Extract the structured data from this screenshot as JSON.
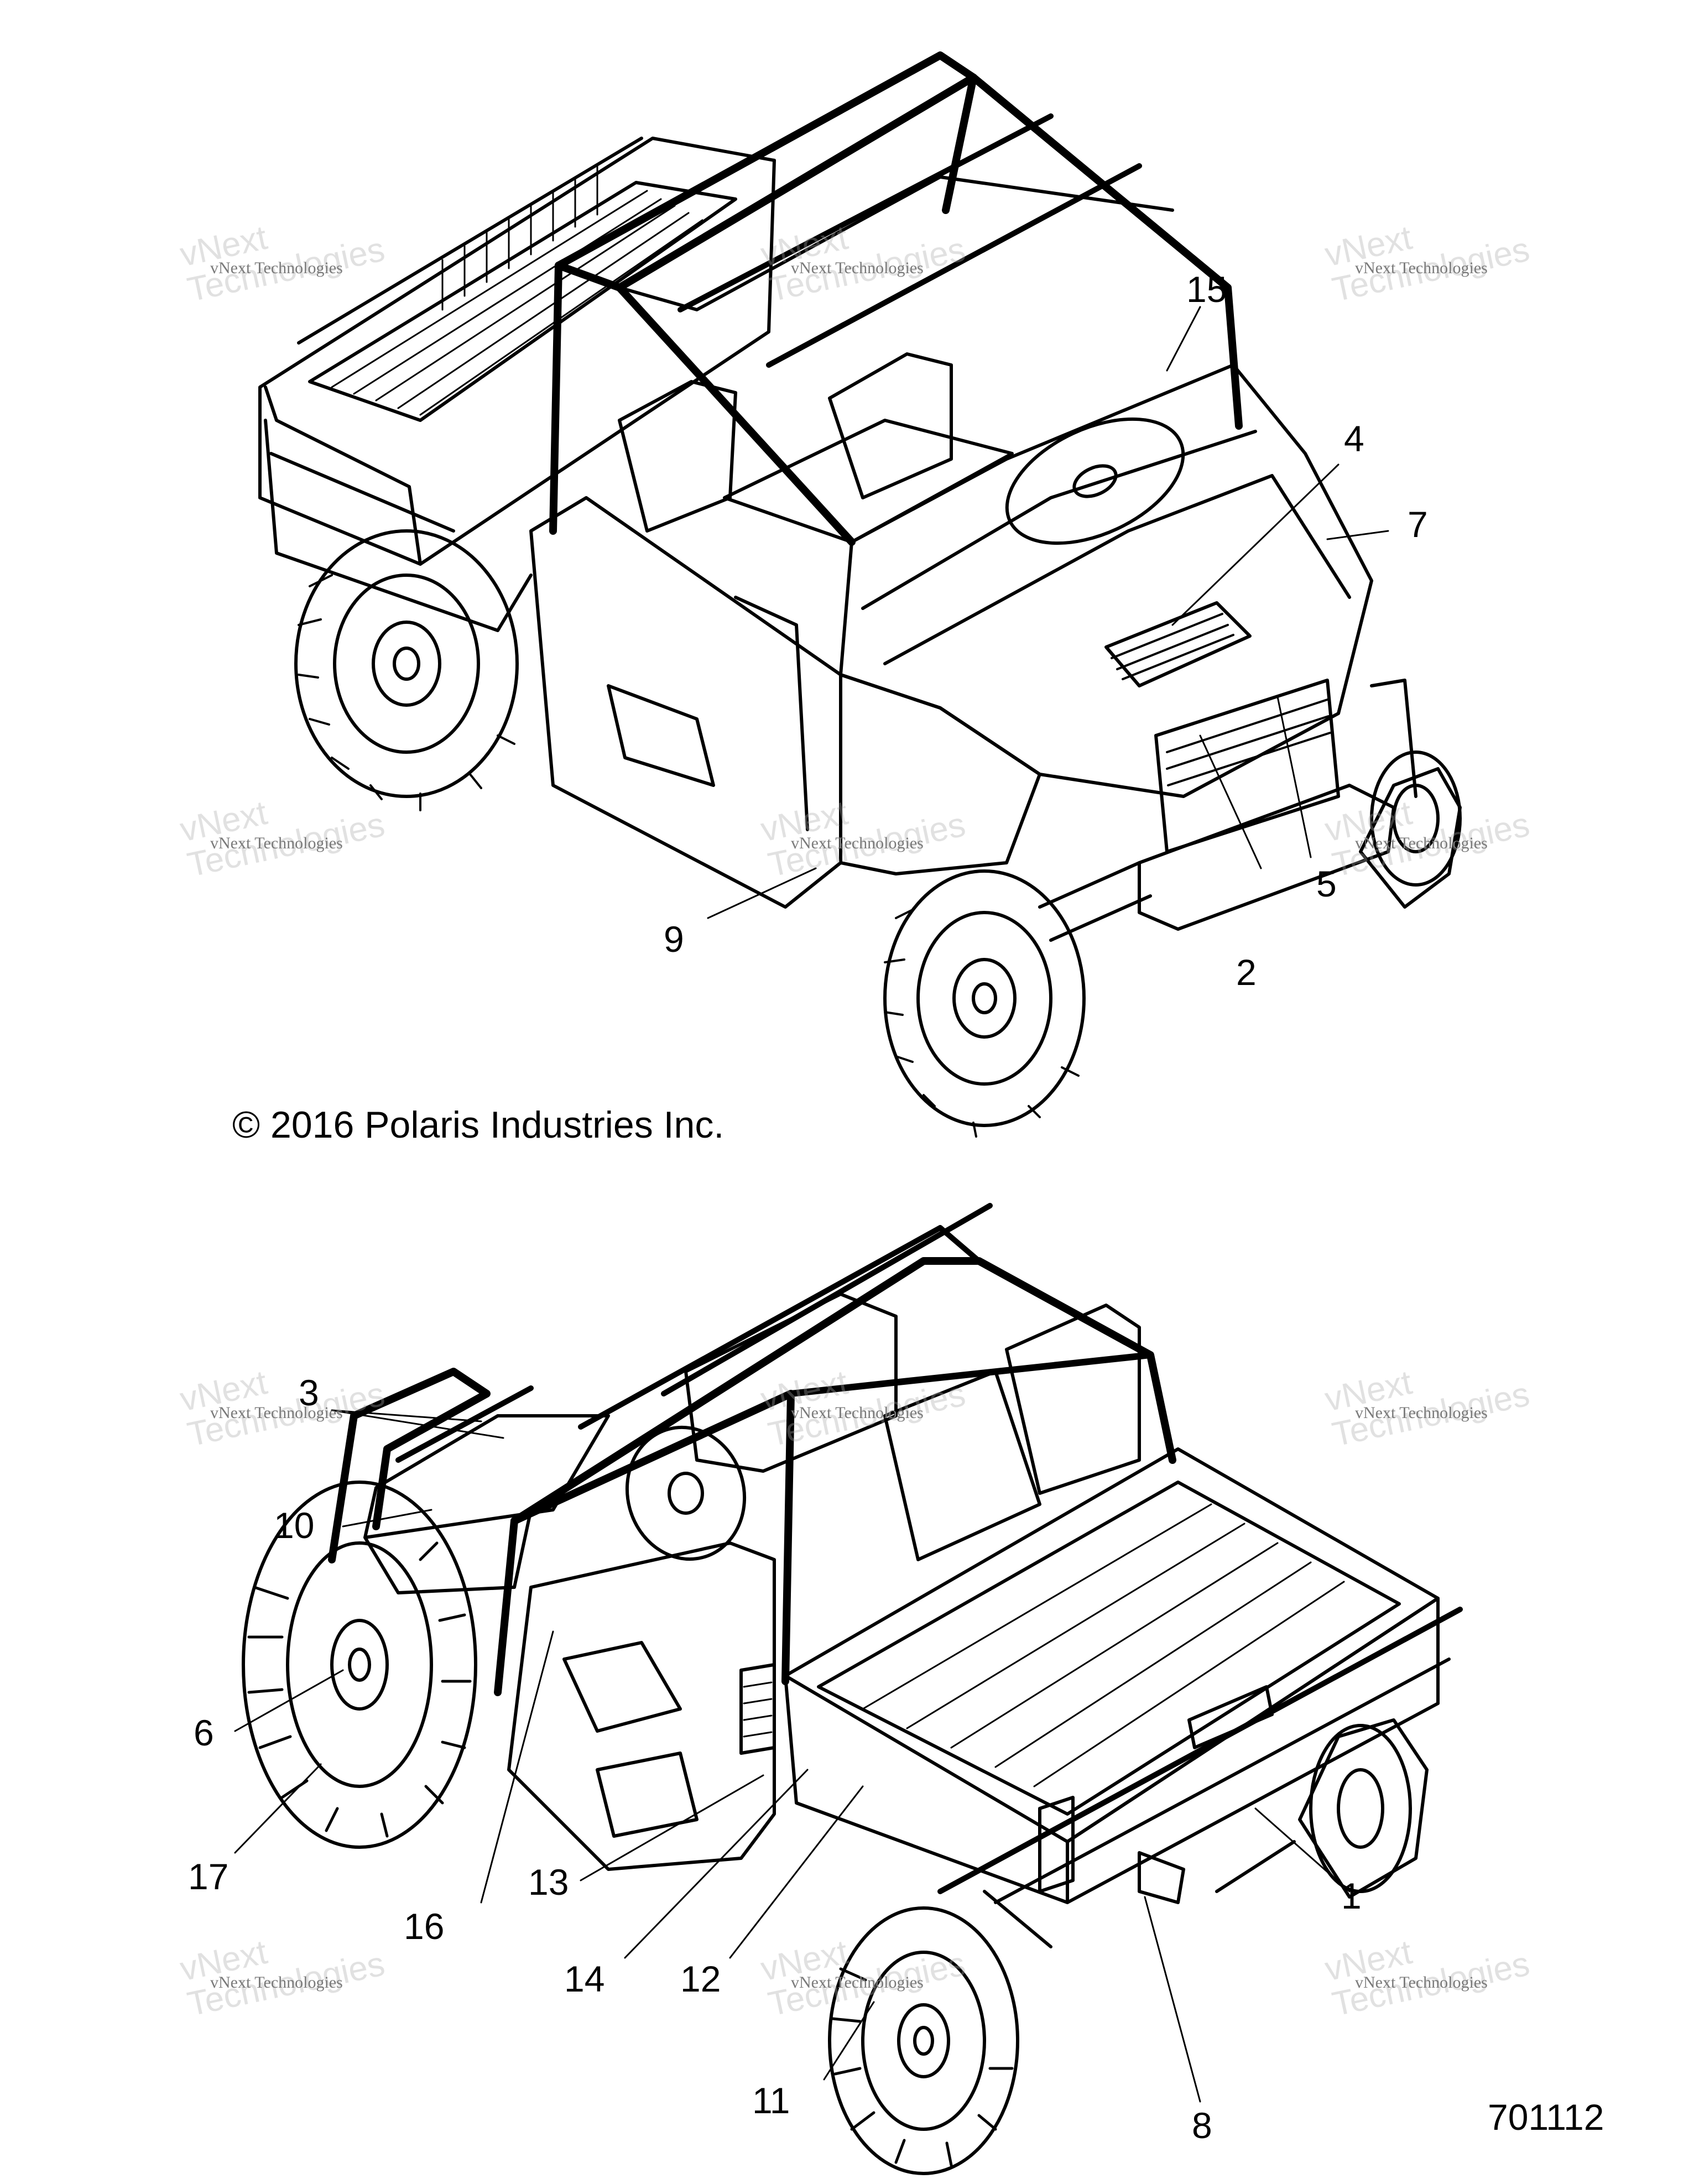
{
  "diagram": {
    "copyright": "© 2016 Polaris Industries Inc.",
    "figure_number": "701112",
    "watermark": {
      "small": "vNext Technologies",
      "large_line1": "vNext",
      "large_line2": "Technologies"
    },
    "callouts": [
      "1",
      "2",
      "3",
      "4",
      "5",
      "6",
      "7",
      "8",
      "9",
      "10",
      "11",
      "12",
      "13",
      "14",
      "15",
      "16",
      "17"
    ],
    "colors": {
      "line": "#000000",
      "background": "#ffffff",
      "watermark": "#bdbdbd"
    }
  }
}
